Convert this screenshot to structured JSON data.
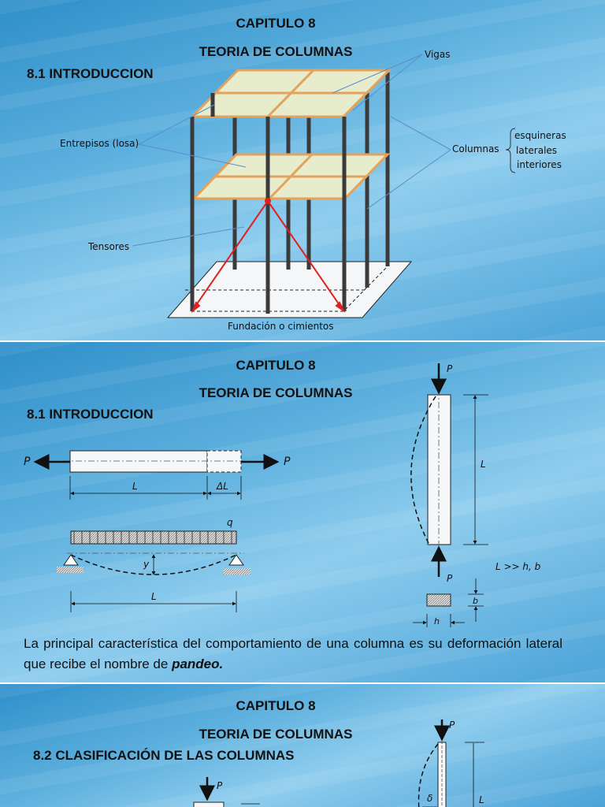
{
  "slide1": {
    "chapter": "CAPITULO 8",
    "title": "TEORIA DE COLUMNAS",
    "section": "8.1 INTRODUCCION",
    "labels": {
      "vigas": "Vigas",
      "entrepisos": "Entrepisos (losa)",
      "columnas": "Columnas",
      "col_types": [
        "esquineras",
        "laterales",
        "interiores"
      ],
      "tensores": "Tensores",
      "fundacion": "Fundación o cimientos"
    }
  },
  "slide2": {
    "chapter": "CAPITULO 8",
    "title": "TEORIA DE COLUMNAS",
    "section": "8.1 INTRODUCCION",
    "fig": {
      "P": "P",
      "L": "L",
      "dL": "ΔL",
      "q": "q",
      "y": "y",
      "cond": "L >> h, b",
      "h": "h",
      "b": "b"
    },
    "para_text": "La principal característica del comportamiento de una columna es su deformación lateral que recibe el nombre de ",
    "para_emph": "pandeo."
  },
  "slide3": {
    "chapter": "CAPITULO 8",
    "title": "TEORIA DE COLUMNAS",
    "section": "8.2 CLASIFICACIÓN DE LAS COLUMNAS",
    "fig": {
      "P": "P",
      "L": "L",
      "delta": "δ"
    }
  },
  "colors": {
    "slab": "#e6eccc",
    "beam": "#e4a25a",
    "column": "#333333",
    "tensor": "#e02020"
  }
}
